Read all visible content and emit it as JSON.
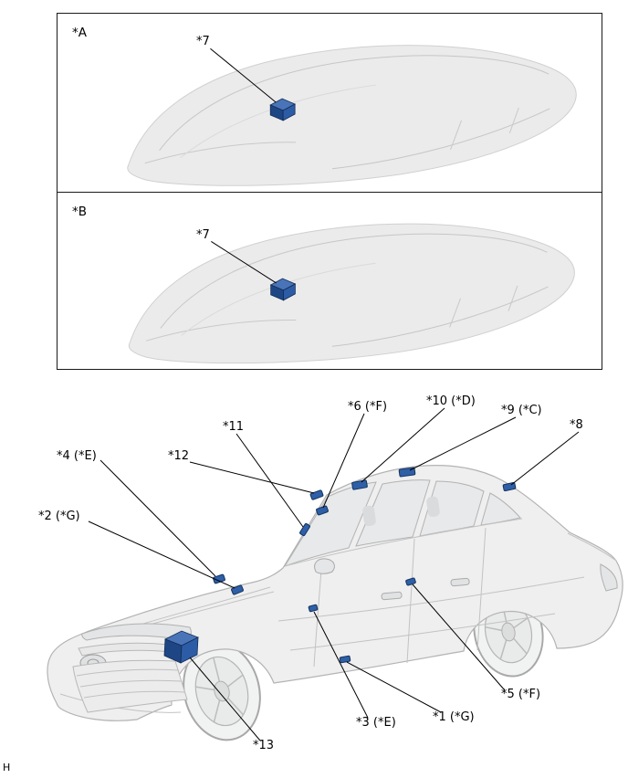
{
  "page": {
    "footer_label": "H"
  },
  "colors": {
    "component_highlight": "#2e5fa7",
    "component_highlight_dark": "#1f4684",
    "component_highlight_light": "#4a74b8",
    "illustration_line": "#b3b3b3",
    "illustration_fill": "#efefef",
    "panel_border": "#1a1a1a",
    "callout_text": "#000000"
  },
  "panels": [
    {
      "label": "*A",
      "callout": "*7"
    },
    {
      "label": "*B",
      "callout": "*7"
    }
  ],
  "main_diagram": {
    "callouts": {
      "n1": "*1 (*G)",
      "n2": "*2 (*G)",
      "n3": "*3 (*E)",
      "n4": "*4 (*E)",
      "n5": "*5 (*F)",
      "n6": "*6 (*F)",
      "n8": "*8",
      "n9": "*9 (*C)",
      "n10": "*10 (*D)",
      "n11": "*11",
      "n12": "*12",
      "n13": "*13"
    }
  }
}
